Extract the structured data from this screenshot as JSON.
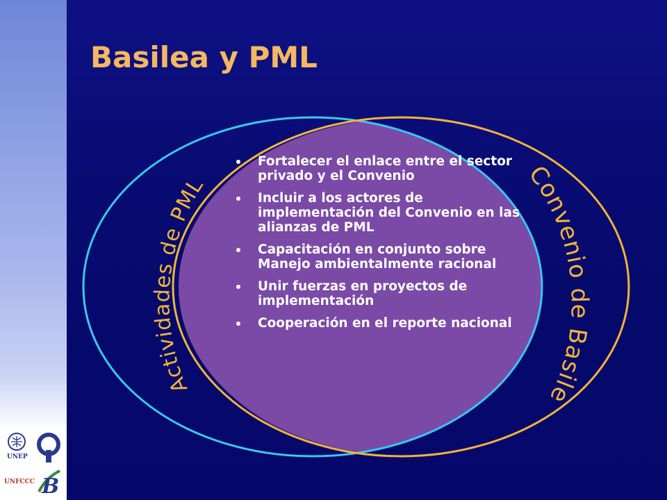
{
  "slide": {
    "title": "Basilea y PML",
    "left_circle_label": "Actividades de PML",
    "right_circle_label": "Convenio de Basilea",
    "bullets": [
      "Fortalecer el enlace entre el sector privado y el Convenio",
      "Incluir a los actores de implementación del Convenio en las alianzas  de PML",
      "Capacitación en conjunto sobre Manejo ambientalmente racional",
      "Unir fuerzas en proyectos de implementación",
      "Cooperación en el reporte nacional"
    ]
  },
  "logos": {
    "unep": "UNEP",
    "unfccc": "UNFCCC",
    "basel_letter": "B"
  },
  "colors": {
    "background": "#070a6e",
    "title": "#f4b860",
    "left_circle": "#38c8f0",
    "right_circle": "#f3b43a",
    "overlap": "#7b4aa6",
    "bullet_text": "#ffffff"
  },
  "icons": [
    "unep-logo-icon",
    "cleaner-production-logo-icon",
    "unfccc-logo-icon",
    "basel-convention-logo-icon"
  ]
}
